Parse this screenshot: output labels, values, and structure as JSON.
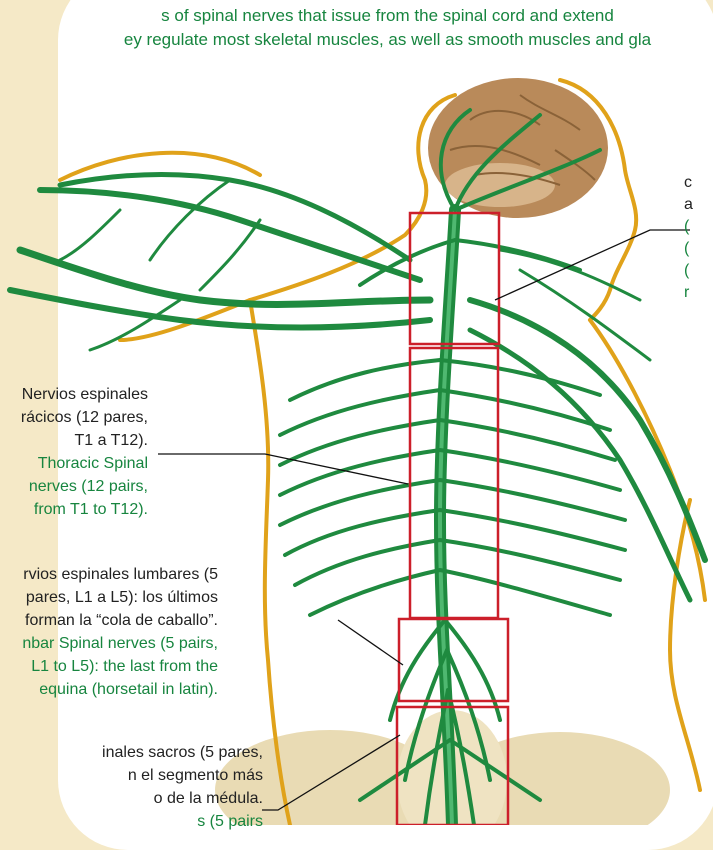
{
  "intro": {
    "line1": "s of spinal nerves that issue from the spinal cord and extend",
    "line2": "ey regulate most skeletal muscles, as well as smooth muscles and gla"
  },
  "labels": {
    "thoracic": {
      "es_1": "Nervios espinales",
      "es_2": "rácicos (12 pares,",
      "es_3": "T1 a T12).",
      "en_1": "Thoracic Spinal",
      "en_2": "nerves (12 pairs,",
      "en_3": "from T1 to T12)."
    },
    "lumbar": {
      "es_1": "rvios espinales lumbares (5",
      "es_2": "pares, L1 a L5): los últimos",
      "es_3": "forman la “cola de caballo”.",
      "en_1": "nbar Spinal nerves (5 pairs,",
      "en_2": "L1 to L5): the last from the",
      "en_3": "equina (horsetail in latin)."
    },
    "sacral": {
      "es_1": "inales sacros (5 pares,",
      "es_2": "n el segmento más",
      "es_3": "o de la médula.",
      "en_1": "s (5 pairs"
    },
    "right": {
      "es_1": "c",
      "es_2": "a",
      "en_1": "(",
      "en_2": "(",
      "en_3": "(",
      "en_4": "r"
    }
  },
  "colors": {
    "nerve_green": "#1f8a3f",
    "outline_gold": "#e0a21a",
    "box_red": "#cc1f2a",
    "text_green": "#17853f",
    "bone": "#e9dbb4",
    "brain": "#b98a5a",
    "background": "#f5e9c7"
  }
}
